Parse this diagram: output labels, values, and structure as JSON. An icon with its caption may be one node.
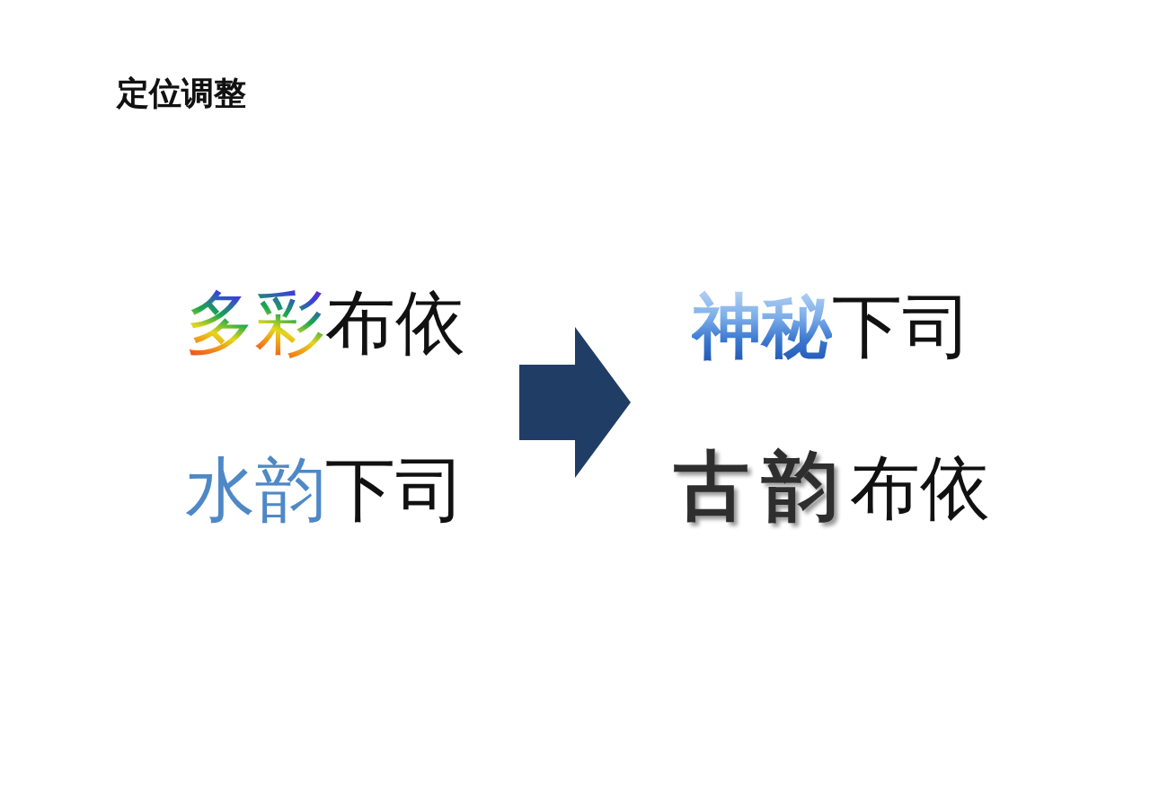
{
  "diagram": {
    "title": "定位调整",
    "labels": [
      "多彩布依",
      "神秘下司",
      "水韵下司",
      "古韵布依"
    ]
  }
}
